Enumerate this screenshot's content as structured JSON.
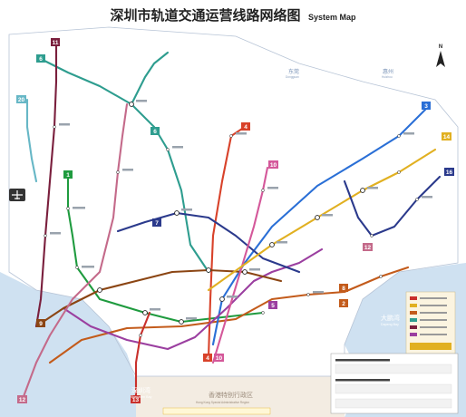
{
  "title": {
    "chinese": "深圳市轨道交通运营线路网络图",
    "english": "System Map"
  },
  "compass": {
    "label": "N"
  },
  "regions": {
    "dongguan": {
      "zh": "东莞",
      "en": "Dongguan"
    },
    "huizhou": {
      "zh": "惠州",
      "en": "Huizhou"
    },
    "shenzhen_bay": {
      "zh": "深圳湾",
      "en": "Shenzhen Bay"
    },
    "dapeng_bay": {
      "zh": "大鹏湾",
      "en": "Dapeng Bay"
    },
    "hong_kong": {
      "zh": "香港特别行政区",
      "en": "Hong Kong Special Administrative Region"
    }
  },
  "line_badges": [
    {
      "label": "11",
      "color": "#7a1f3d"
    },
    {
      "label": "6",
      "color": "#2e9d8f"
    },
    {
      "label": "6",
      "color": "#2e9d8f"
    },
    {
      "label": "20",
      "color": "#67b7c6"
    },
    {
      "label": "1",
      "color": "#1f9b3f"
    },
    {
      "label": "4",
      "color": "#d8422a"
    },
    {
      "label": "10",
      "color": "#d4589a"
    },
    {
      "label": "3",
      "color": "#2a6fd6"
    },
    {
      "label": "14",
      "color": "#e1b021"
    },
    {
      "label": "16",
      "color": "#2b3a8c"
    },
    {
      "label": "7",
      "color": "#2b3a8c"
    },
    {
      "label": "12",
      "color": "#c46a8a"
    },
    {
      "label": "8",
      "color": "#c35b1b"
    },
    {
      "label": "9",
      "color": "#8b4513"
    },
    {
      "label": "5",
      "color": "#9b3fa0"
    },
    {
      "label": "2",
      "color": "#c35b1b"
    },
    {
      "label": "12",
      "color": "#c46a8a"
    },
    {
      "label": "4",
      "color": "#d8422a"
    },
    {
      "label": "10",
      "color": "#d4589a"
    },
    {
      "label": "13",
      "color": "#c9302c"
    }
  ],
  "colors": {
    "line1": "#1f9b3f",
    "line2": "#c35b1b",
    "line3": "#2a6fd6",
    "line4": "#d8422a",
    "line5": "#9b3fa0",
    "line6": "#2e9d8f",
    "line7": "#2b3a8c",
    "line9": "#8b4513",
    "line10": "#d4589a",
    "line11": "#7a1f3d",
    "line12": "#c46a8a",
    "line14": "#e1b021",
    "line16": "#2b3a8c",
    "line20": "#67b7c6",
    "sea": "#cfe1f1",
    "hk_land": "#f3ece2"
  }
}
